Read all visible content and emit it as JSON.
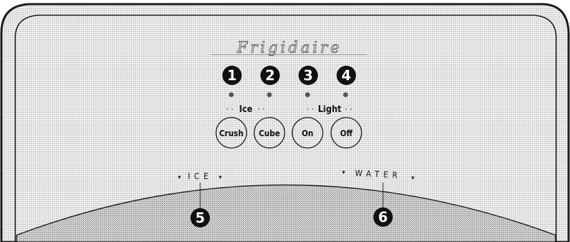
{
  "brand": {
    "logo_text": "Frigidaire"
  },
  "callouts": [
    "1",
    "2",
    "3",
    "4",
    "5",
    "6"
  ],
  "groups": {
    "ice": "Ice",
    "light": "Light"
  },
  "buttons": {
    "crush": "Crush",
    "cube": "Cube",
    "on": "On",
    "off": "Off"
  },
  "dispensers": {
    "ice": "ICE",
    "water": "WATER"
  },
  "colors": {
    "panel": "#d6d6d6",
    "dispenser_area": "#bdbdbd",
    "outline": "#1a1a1a",
    "callout": "#111111"
  }
}
